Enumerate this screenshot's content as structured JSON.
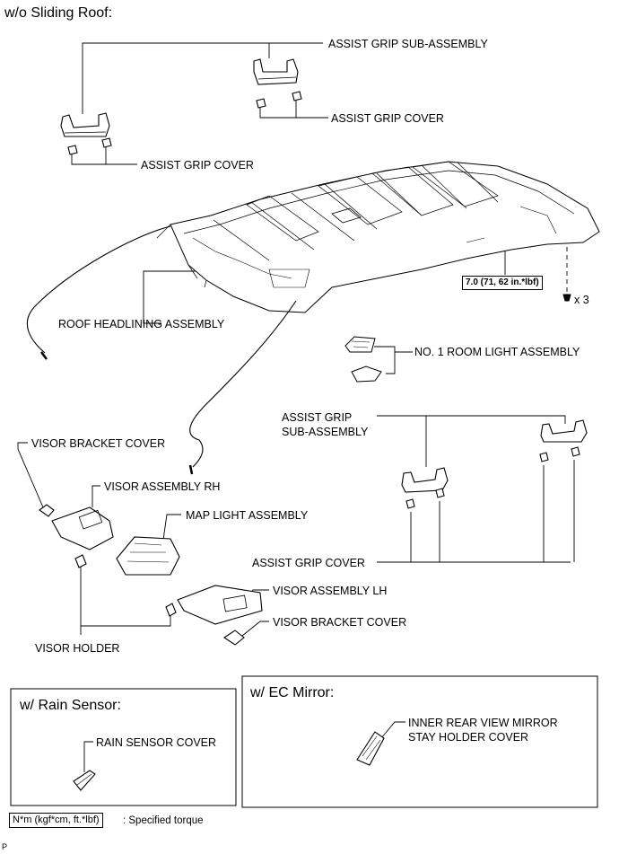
{
  "title": "w/o Sliding Roof:",
  "labels": {
    "assist_grip_sub_assembly_top": "ASSIST GRIP SUB-ASSEMBLY",
    "assist_grip_cover_top_right": "ASSIST GRIP COVER",
    "assist_grip_cover_top_left": "ASSIST GRIP COVER",
    "roof_headlining_assembly": "ROOF HEADLINING ASSEMBLY",
    "no1_room_light_assembly": "NO. 1 ROOM LIGHT ASSEMBLY",
    "assist_grip_sub_assembly_lower_1": "ASSIST GRIP",
    "assist_grip_sub_assembly_lower_2": "SUB-ASSEMBLY",
    "visor_bracket_cover_top": "VISOR BRACKET COVER",
    "visor_assembly_rh": "VISOR ASSEMBLY RH",
    "map_light_assembly": "MAP LIGHT ASSEMBLY",
    "assist_grip_cover_lower": "ASSIST GRIP COVER",
    "visor_assembly_lh": "VISOR ASSEMBLY LH",
    "visor_bracket_cover_bottom": "VISOR BRACKET COVER",
    "visor_holder": "VISOR HOLDER",
    "bolt_qty": "x 3"
  },
  "torque": "7.0 (71, 62 in.*lbf)",
  "rain_sensor_box": {
    "title": "w/ Rain Sensor:",
    "label": "RAIN SENSOR COVER"
  },
  "ec_mirror_box": {
    "title": "w/ EC Mirror:",
    "label_1": "INNER REAR VIEW MIRROR",
    "label_2": "STAY HOLDER COVER"
  },
  "legend": {
    "unit": "N*m (kgf*cm, ft.*lbf)",
    "text": ": Specified torque"
  },
  "footer_code": "P"
}
